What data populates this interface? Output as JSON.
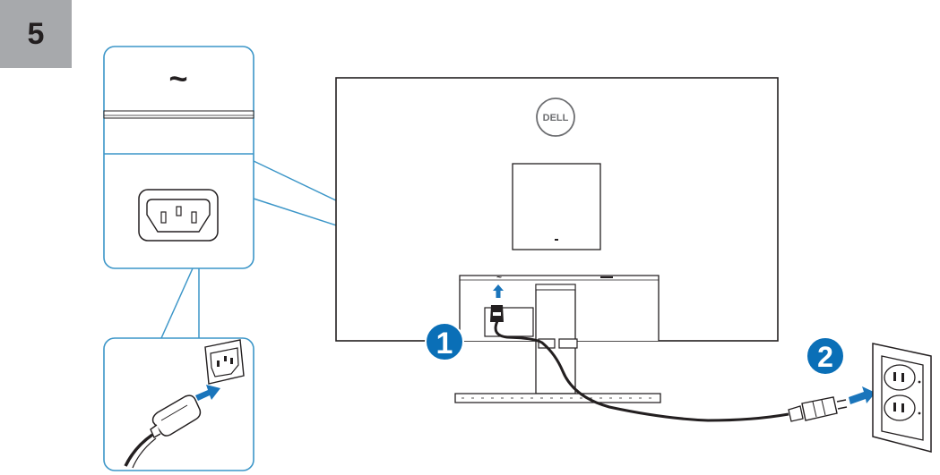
{
  "step": {
    "number": "5"
  },
  "brand": {
    "logo_text": "DELL"
  },
  "labels": {
    "ac_symbol": "~",
    "callout_1": "1",
    "callout_2": "2"
  },
  "colors": {
    "step_badge_bg": "#a7a9ac",
    "accent_blue": "#1a75bb",
    "callout_blue": "#0a6fb7",
    "line_dark": "#231f20",
    "inset_border": "#3c96c8"
  },
  "icons": {
    "ac_power_icon": "tilde",
    "power_socket_icon": "iec-c14-inlet",
    "power_plug_icon": "iec-c13-plug",
    "wall_outlet_icon": "nema-5-15-outlet",
    "arrow_icon": "arrow-right"
  }
}
